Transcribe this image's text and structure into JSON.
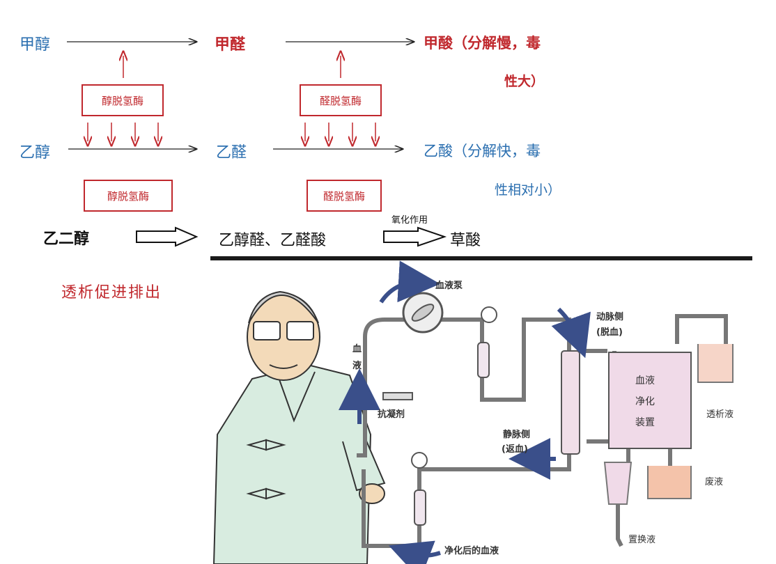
{
  "pathway": {
    "methanol": "甲醇",
    "formaldehyde": "甲醛",
    "formic_acid": "甲酸（分解慢，毒",
    "formic_acid_line2": "性大）",
    "ethanol": "乙醇",
    "acetaldehyde": "乙醛",
    "acetic_acid": "乙酸（分解快，毒",
    "acetic_acid_line2": "性相对小）",
    "enzyme_adh_top": "醇脱氢酶",
    "enzyme_aldh_top": "醛脱氢酶",
    "enzyme_adh_bottom": "醇脱氢酶",
    "enzyme_aldh_bottom": "醛脱氢酶"
  },
  "glycol": {
    "start": "乙二醇",
    "middle": "乙醇醛、乙醛酸",
    "oxidation_label": "氧化作用",
    "end": "草酸"
  },
  "dialysis": {
    "title": "透析促进排出",
    "labels": {
      "blood_pump": "血液泵",
      "arterial": "动脉侧",
      "arterial_sub": "(脱血)",
      "blood_vertical": "血\n液",
      "anticoagulant": "抗凝剂",
      "venous": "静脉侧",
      "venous_sub": "(返血)",
      "purifier": "血液\n净化\n装置",
      "dialysate": "透析液",
      "waste": "废液",
      "replacement": "置换液",
      "purified_blood": "净化后的血液"
    }
  }
}
